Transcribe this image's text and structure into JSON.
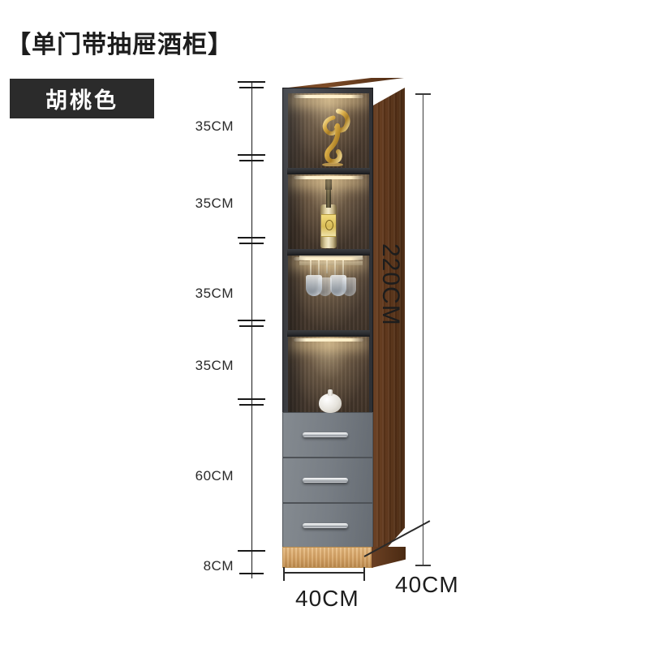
{
  "header": {
    "product_title": "【单门带抽屉酒柜】",
    "color_badge": "胡桃色"
  },
  "dimensions": {
    "total_height": "220CM",
    "front_width": "40CM",
    "side_depth": "40CM",
    "segments": [
      {
        "label": "35CM",
        "value": 35,
        "part": "display-shelf-1"
      },
      {
        "label": "35CM",
        "value": 35,
        "part": "display-shelf-2"
      },
      {
        "label": "35CM",
        "value": 35,
        "part": "display-shelf-3"
      },
      {
        "label": "35CM",
        "value": 35,
        "part": "display-shelf-4"
      },
      {
        "label": "60CM",
        "value": 60,
        "part": "drawer-bank"
      },
      {
        "label": "8CM",
        "value": 8,
        "part": "plinth-base"
      }
    ]
  },
  "cabinet": {
    "bays": [
      {
        "name": "top-display-bay",
        "contents": "gold-sculpture"
      },
      {
        "name": "wine-bottle-bay",
        "contents": "wine-bottle"
      },
      {
        "name": "glass-rack-bay",
        "contents": "hanging-wine-glasses"
      },
      {
        "name": "vase-bay",
        "contents": "ceramic-vase"
      }
    ],
    "drawers": [
      {
        "name": "drawer-top"
      },
      {
        "name": "drawer-middle"
      },
      {
        "name": "drawer-bottom"
      }
    ]
  },
  "colors": {
    "walnut": "#5d3519",
    "carcass": "#2f3034",
    "drawer_gray": "#777d84",
    "plinth_wood": "#d7a668",
    "led_glow": "#ffeec6",
    "badge_bg": "#2b2b2b",
    "text": "#1d1d1d"
  }
}
